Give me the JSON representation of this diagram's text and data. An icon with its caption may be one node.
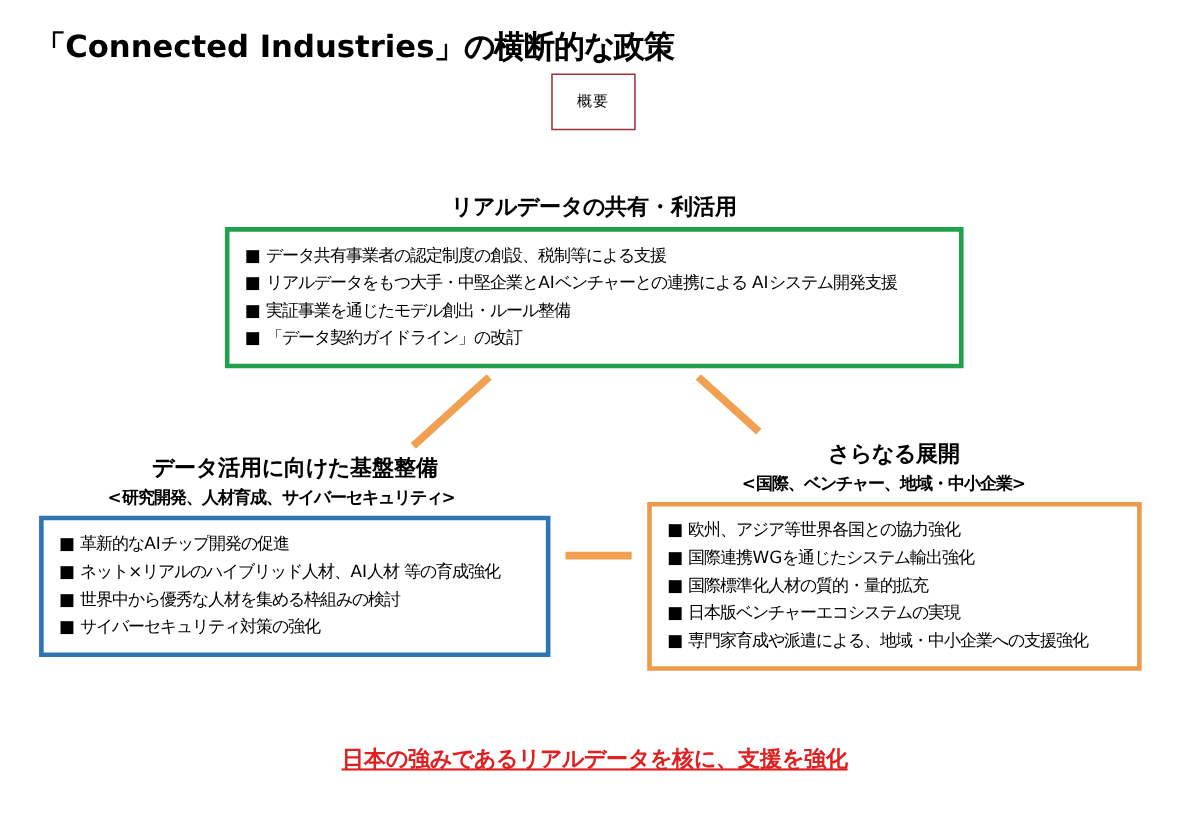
{
  "diagram": {
    "title": "「Connected Industries」の横断的な政策",
    "caption": "日本の強みであるリアルデータを核に、支援を強化",
    "nodes": [
      {
        "text": [
          "リアルデータの共有・利活用",
          "■ データ共有事業者の認定制度の創設、税制等による支援",
          "■ リアルデータをもつ大手・中堅企業とAIベンチャーとの連携による AIシステム開発支援",
          "■ 実証事業を通じたモデル創出・ルール整備",
          "■ 「データ契約ガイドライン」の改訂"
        ]
      },
      {
        "text": [
          "データ活用に向けた基盤整備",
          "<研究開発、人材育成、サイバーセキュリティ>",
          "■ 革新的なAIチップ開発の促進",
          "■ ネット×リアルのハイブリッド人材、AI人材 等の育成強化",
          "■ 世界中から優秀な人材を集める枠組みの検討",
          "■ サイバーセキュリティ対策の強化"
        ]
      },
      {
        "text": [
          "さらなる展開",
          "<国際、ベンチャー、地域・中小企業>",
          "■ 欧州、アジア等世界各国との協力強化",
          "■ 国際連携WGを通じたシステム輸出強化",
          "■ 国際標準化人材の質的・量的拡充",
          "■ 日本版ベンチャーエコシステムの実現",
          "■ 専門家育成や派遣による、地域・中小企業への支援強化"
        ]
      }
    ],
    "edges": [
      {
        "from": 0,
        "to": 1,
        "arrow": "none"
      },
      {
        "from": 0,
        "to": 2,
        "arrow": "none"
      },
      {
        "from": 1,
        "to": 2,
        "arrow": "none"
      }
    ],
    "labels": [
      "概要"
    ]
  }
}
